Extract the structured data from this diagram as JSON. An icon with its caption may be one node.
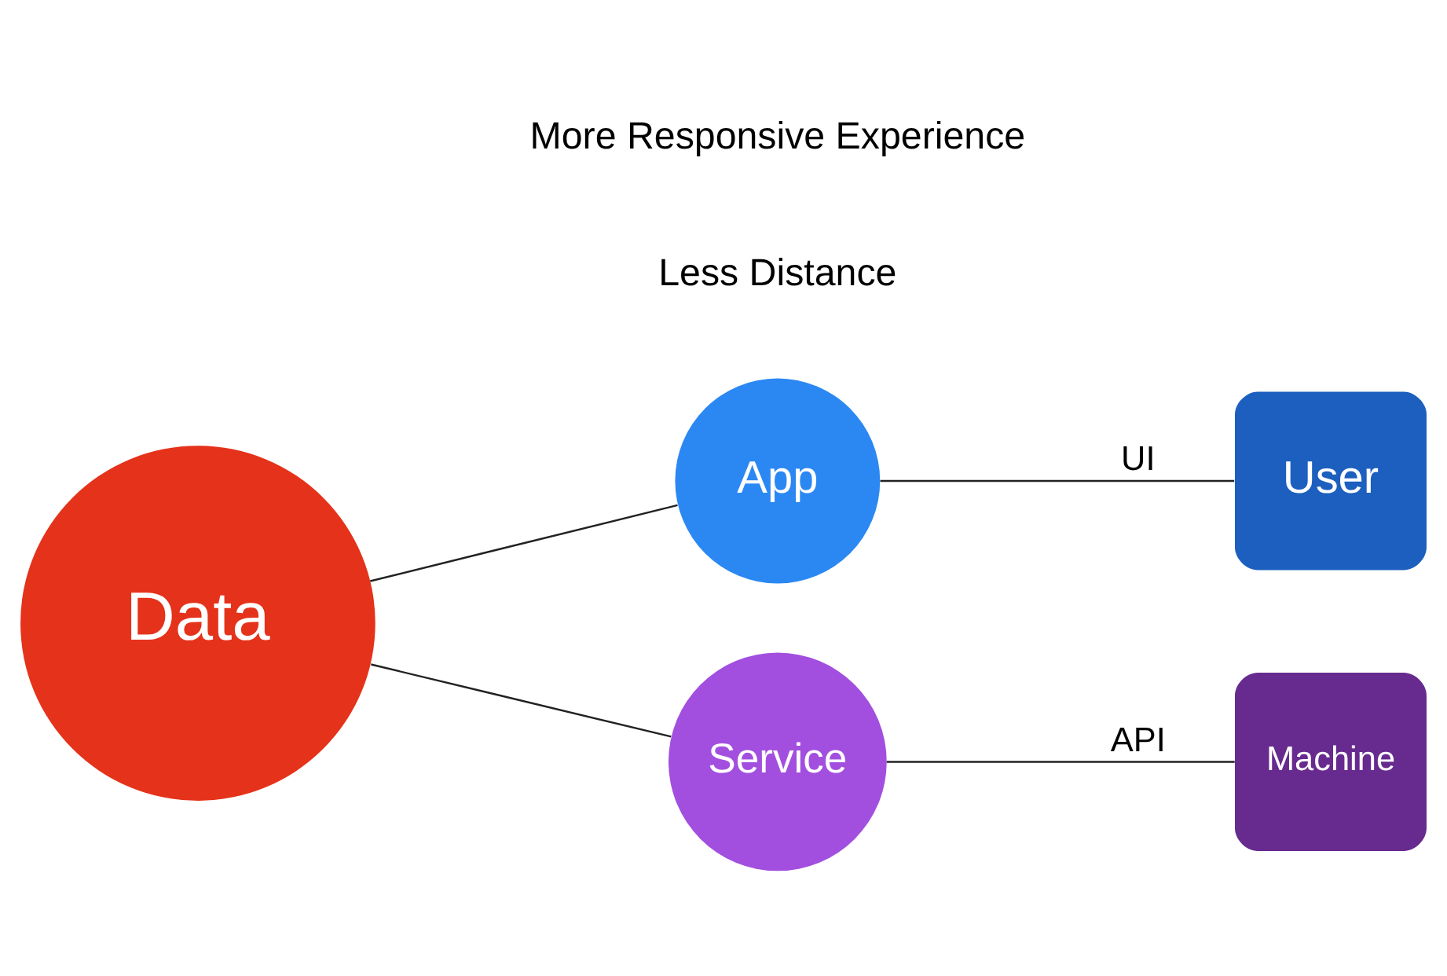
{
  "diagram": {
    "nodes": [
      {
        "text": [
          "Data"
        ]
      },
      {
        "text": [
          "App"
        ]
      },
      {
        "text": [
          "User"
        ]
      },
      {
        "text": [
          "Service"
        ]
      },
      {
        "text": [
          "Machine"
        ]
      }
    ],
    "edges": [
      {
        "from": 0,
        "to": 1,
        "arrow": "none"
      },
      {
        "from": 1,
        "to": 2,
        "arrow": "none",
        "label": "UI"
      },
      {
        "from": 0,
        "to": 3,
        "arrow": "none"
      },
      {
        "from": 3,
        "to": 4,
        "arrow": "none",
        "label": "API"
      }
    ],
    "labels": [
      "Less Distance",
      "More Responsive Experience"
    ]
  }
}
